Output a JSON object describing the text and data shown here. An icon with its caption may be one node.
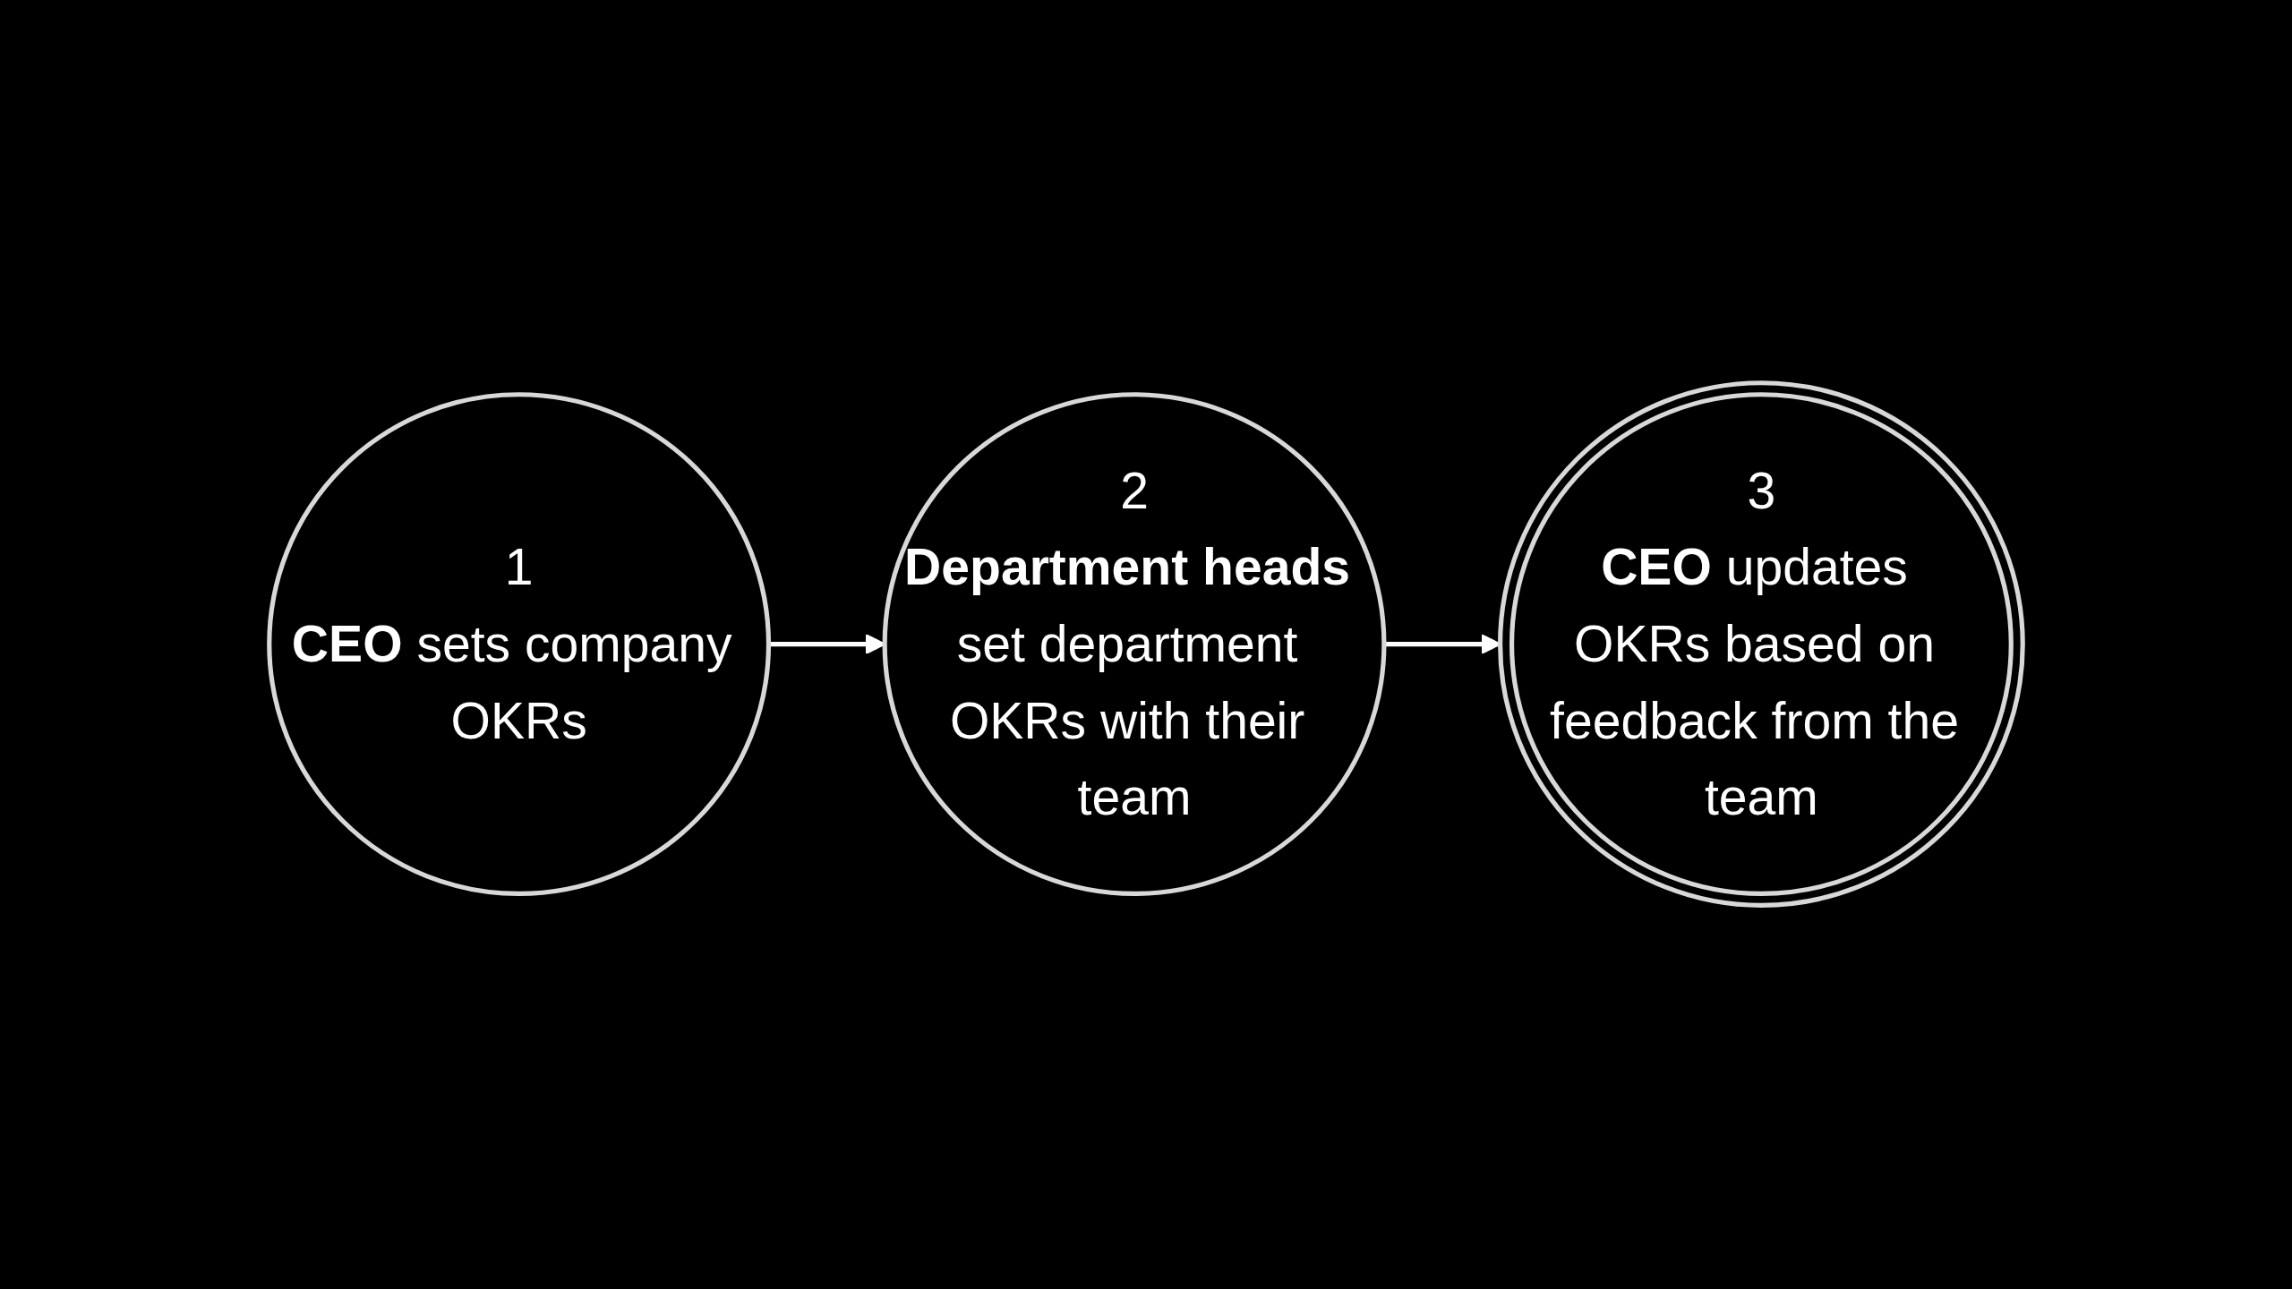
{
  "diagram": {
    "nodes": [
      {
        "text": [
          "1",
          "**CEO** sets company OKRs"
        ]
      },
      {
        "text": [
          "2",
          "**Department heads** set department OKRs with their team"
        ]
      },
      {
        "text": [
          "3",
          "**CEO** updates OKRs based on feedback from the team"
        ]
      }
    ],
    "edges": [
      {
        "from": 0,
        "to": 1,
        "arrow": "to"
      },
      {
        "from": 1,
        "to": 2,
        "arrow": "to"
      }
    ]
  }
}
